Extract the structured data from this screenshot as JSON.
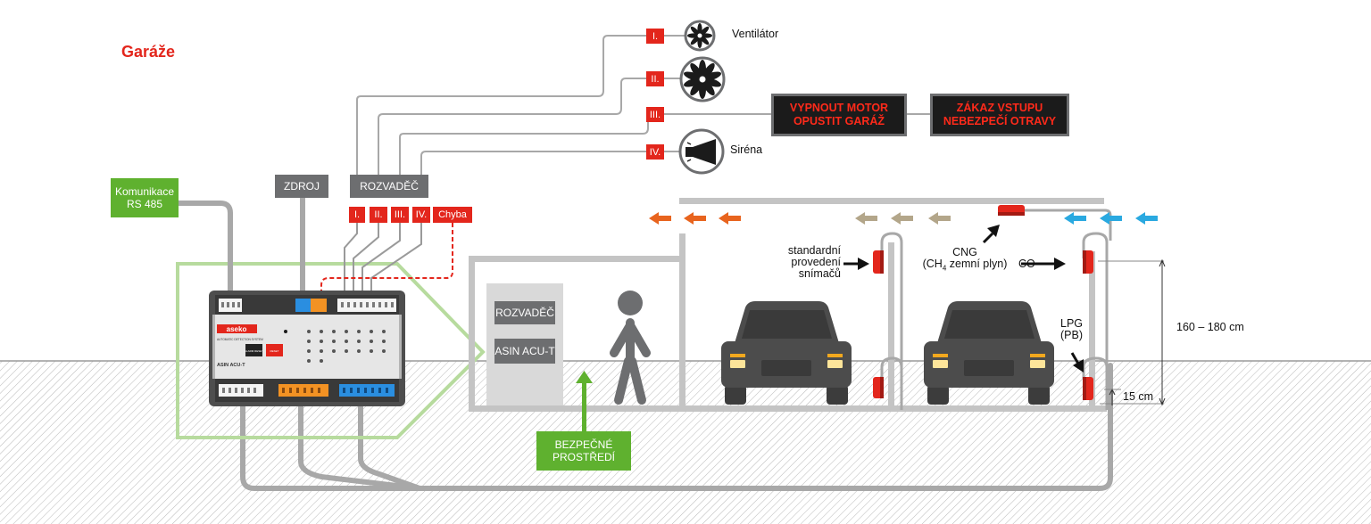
{
  "title": "Garáže",
  "outputs": {
    "fan_small": {
      "roman": "I.",
      "label": "Ventilátor"
    },
    "fan_large": {
      "roman": "II."
    },
    "panel": {
      "roman": "III."
    },
    "siren": {
      "roman": "IV.",
      "label": "Siréna"
    }
  },
  "panels": {
    "left_line1": "VYPNOUT MOTOR",
    "left_line2": "OPUSTIT GARÁŽ",
    "right_line1": "ZÁKAZ VSTUPU",
    "right_line2": "NEBEZPEČÍ OTRAVY"
  },
  "boxes": {
    "komunikace_line1": "Komunikace",
    "komunikace_line2": "RS 485",
    "zdroj": "ZDROJ",
    "rozvadec_top": "ROZVADĚČ",
    "rozvadec_room": "ROZVADĚČ",
    "asin_room": "ASIN ACU-T",
    "bezpecne_line1": "BEZPEČNÉ",
    "bezpecne_line2": "PROSTŘEDÍ"
  },
  "relay_tags": [
    "I.",
    "II.",
    "III.",
    "IV.",
    "Chyba"
  ],
  "device": {
    "brand": "aseko",
    "subtitle": "AUTOMATIC DETECTION SYSTEM",
    "model": "ASIN ACU-T",
    "btn1": "ALARM RESET",
    "btn2": "RESET"
  },
  "sensors": {
    "standard_line1": "standardní",
    "standard_line2": "provedení",
    "standard_line3": "snímačů",
    "cng_line1": "CNG",
    "cng_line2_a": "(CH",
    "cng_line2_sub": "4",
    "cng_line2_b": " zemní plyn)",
    "co": "CO",
    "lpg_line1": "LPG",
    "lpg_line2": "(PB)"
  },
  "dimensions": {
    "height_range": "160 – 180 cm",
    "bottom": "15 cm"
  },
  "colors": {
    "accent_red": "#e3261c",
    "accent_green": "#5fb12f",
    "box_grey": "#6d6e70",
    "arrow_orange": "#e8641e",
    "arrow_tan": "#b3a68a",
    "arrow_blue": "#2aa9e0"
  }
}
